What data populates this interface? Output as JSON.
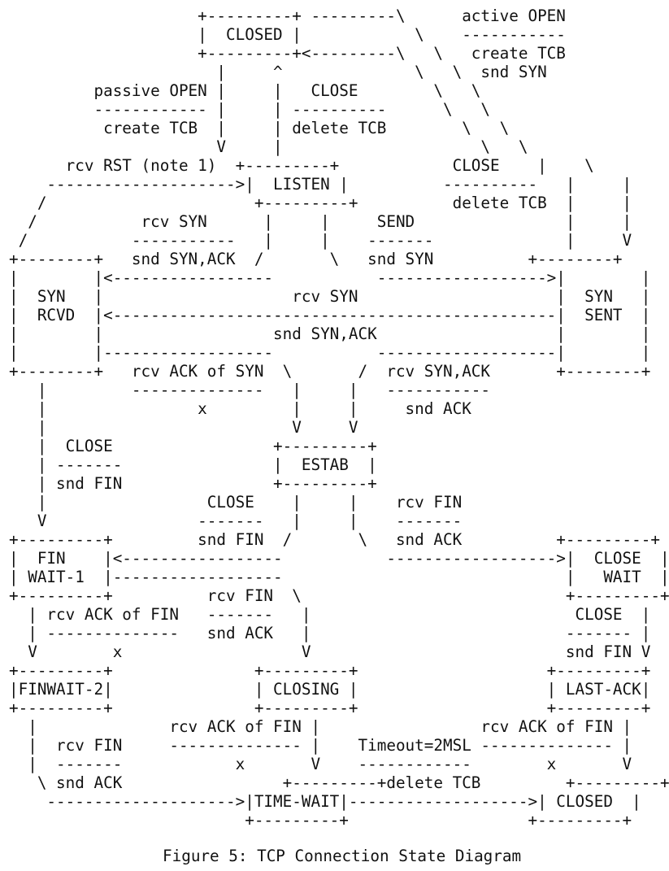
{
  "diagram": {
    "lines": [
      "                    +---------+ ---------\\      active OPEN",
      "                    |  CLOSED |            \\    -----------",
      "                    +---------+<---------\\   \\   create TCB",
      "                      |     ^              \\   \\  snd SYN",
      "         passive OPEN |     |   CLOSE        \\   \\",
      "         ------------ |     | ----------      \\   \\",
      "          create TCB  |     | delete TCB        \\   \\",
      "                      V     |                     \\   \\",
      "      rcv RST (note 1)  +---------+            CLOSE    |    \\",
      "    -------------------->|  LISTEN |          ----------   |     |",
      "   /                      +---------+          delete TCB  |     |",
      "  /           rcv SYN      |     |     SEND                |     |",
      " /           -----------   |     |    -------              |     V",
      "+--------+   snd SYN,ACK  /       \\   snd SYN          +--------+",
      "|        |<-----------------           ------------------>|        |",
      "|  SYN   |                    rcv SYN                     |  SYN   |",
      "|  RCVD  |<-----------------------------------------------|  SENT  |",
      "|        |                  snd SYN,ACK                   |        |",
      "|        |------------------           -------------------|        |",
      "+--------+   rcv ACK of SYN  \\       /  rcv SYN,ACK       +--------+",
      "   |         --------------   |     |   -----------",
      "   |                x         |     |     snd ACK",
      "   |                          V     V",
      "   |  CLOSE                 +---------+",
      "   | -------                |  ESTAB  |",
      "   | snd FIN                +---------+",
      "   |                 CLOSE    |     |    rcv FIN",
      "   V                -------   |     |    -------",
      "+---------+         snd FIN  /       \\   snd ACK          +---------+",
      "|  FIN    |<-----------------           ------------------>|  CLOSE  |",
      "| WAIT-1  |------------------                              |   WAIT  |",
      "+---------+          rcv FIN  \\                            +---------+",
      "  | rcv ACK of FIN   -------   |                            CLOSE  |",
      "  | --------------   snd ACK   |                           ------- |",
      "  V        x                   V                           snd FIN V",
      "+---------+               +---------+                    +---------+",
      "|FINWAIT-2|               | CLOSING |                    | LAST-ACK|",
      "+---------+               +---------+                    +---------+",
      "  |              rcv ACK of FIN |                 rcv ACK of FIN |",
      "  |  rcv FIN     -------------- |    Timeout=2MSL -------------- |",
      "  |  -------            x       V    ------------        x       V",
      "   \\ snd ACK                 +---------+delete TCB         +---------+",
      "    -------------------->|TIME-WAIT|------------------->| CLOSED  |",
      "                         +---------+                   +---------+"
    ],
    "caption": "Figure 5: TCP Connection State Diagram"
  }
}
